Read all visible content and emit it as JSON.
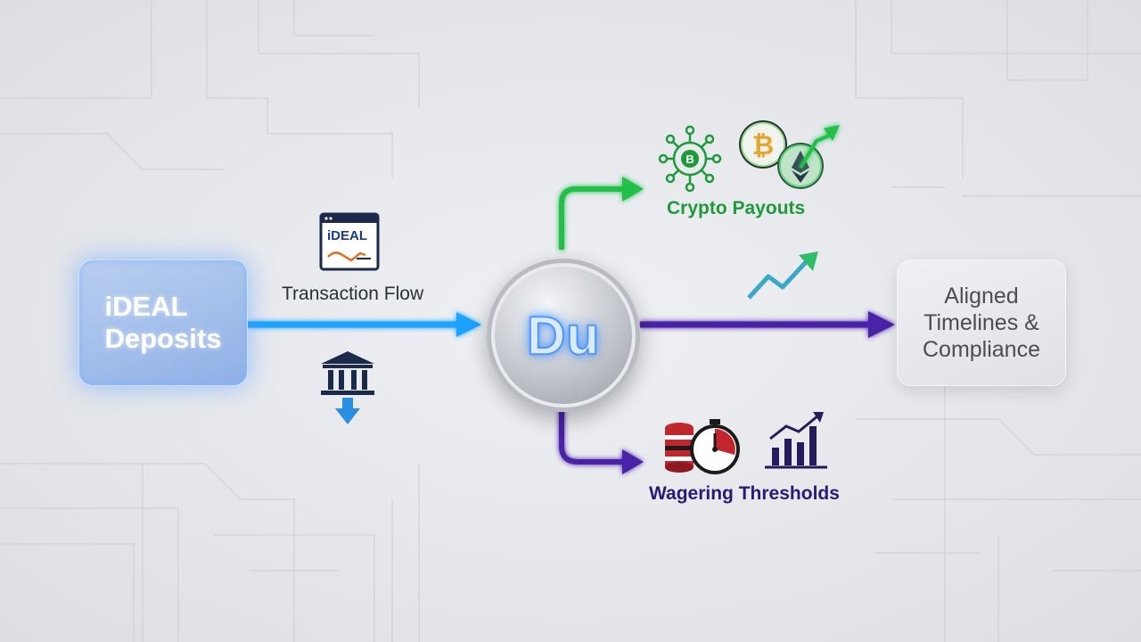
{
  "source": {
    "line1": "iDEAL",
    "line2": "Deposits"
  },
  "transaction_label": "Transaction Flow",
  "doc_icon_text": "iDEAL",
  "hub_text": "Du",
  "outputs": {
    "crypto": {
      "label": "Crypto Payouts",
      "coin_symbol": "B"
    },
    "aligned": {
      "line1": "Aligned",
      "line2": "Timelines &",
      "line3": "Compliance"
    },
    "wagering": {
      "label": "Wagering Thresholds"
    }
  },
  "colors": {
    "blue_flow": "#1aa3ff",
    "green_flow": "#22c04a",
    "purple_flow": "#4a24a8",
    "hub_glow": "#3b8cff"
  }
}
